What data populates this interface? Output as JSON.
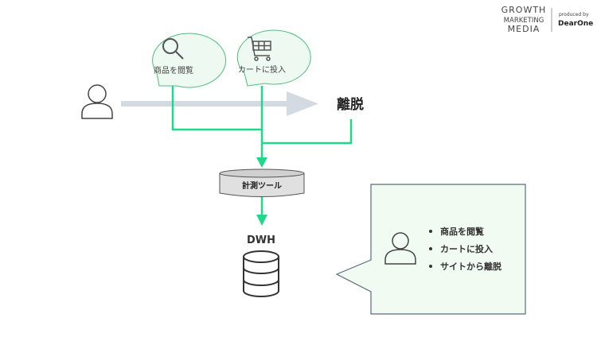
{
  "logo": {
    "line1": "GROWTH",
    "line2": "MARKETING",
    "line3": "MEDIA",
    "produced_by": "produced by",
    "brand": "DearOne"
  },
  "colors": {
    "accent": "#1ed98a",
    "bubble_fill": "#eefaf1",
    "bubble_stroke": "#4cbf7a",
    "flow_arrow": "#d3dae2",
    "callout_fill": "#f2fbf2",
    "callout_stroke": "#5b6b80"
  },
  "bubbles": [
    {
      "label": "商品を閲覧",
      "icon": "search-icon"
    },
    {
      "label": "カートに投入",
      "icon": "cart-icon"
    }
  ],
  "exit_label": "離脱",
  "tool_label": "計測ツール",
  "dwh_label": "DWH",
  "callout": {
    "items": [
      "商品を閲覧",
      "カートに投入",
      "サイトから離脱"
    ]
  }
}
